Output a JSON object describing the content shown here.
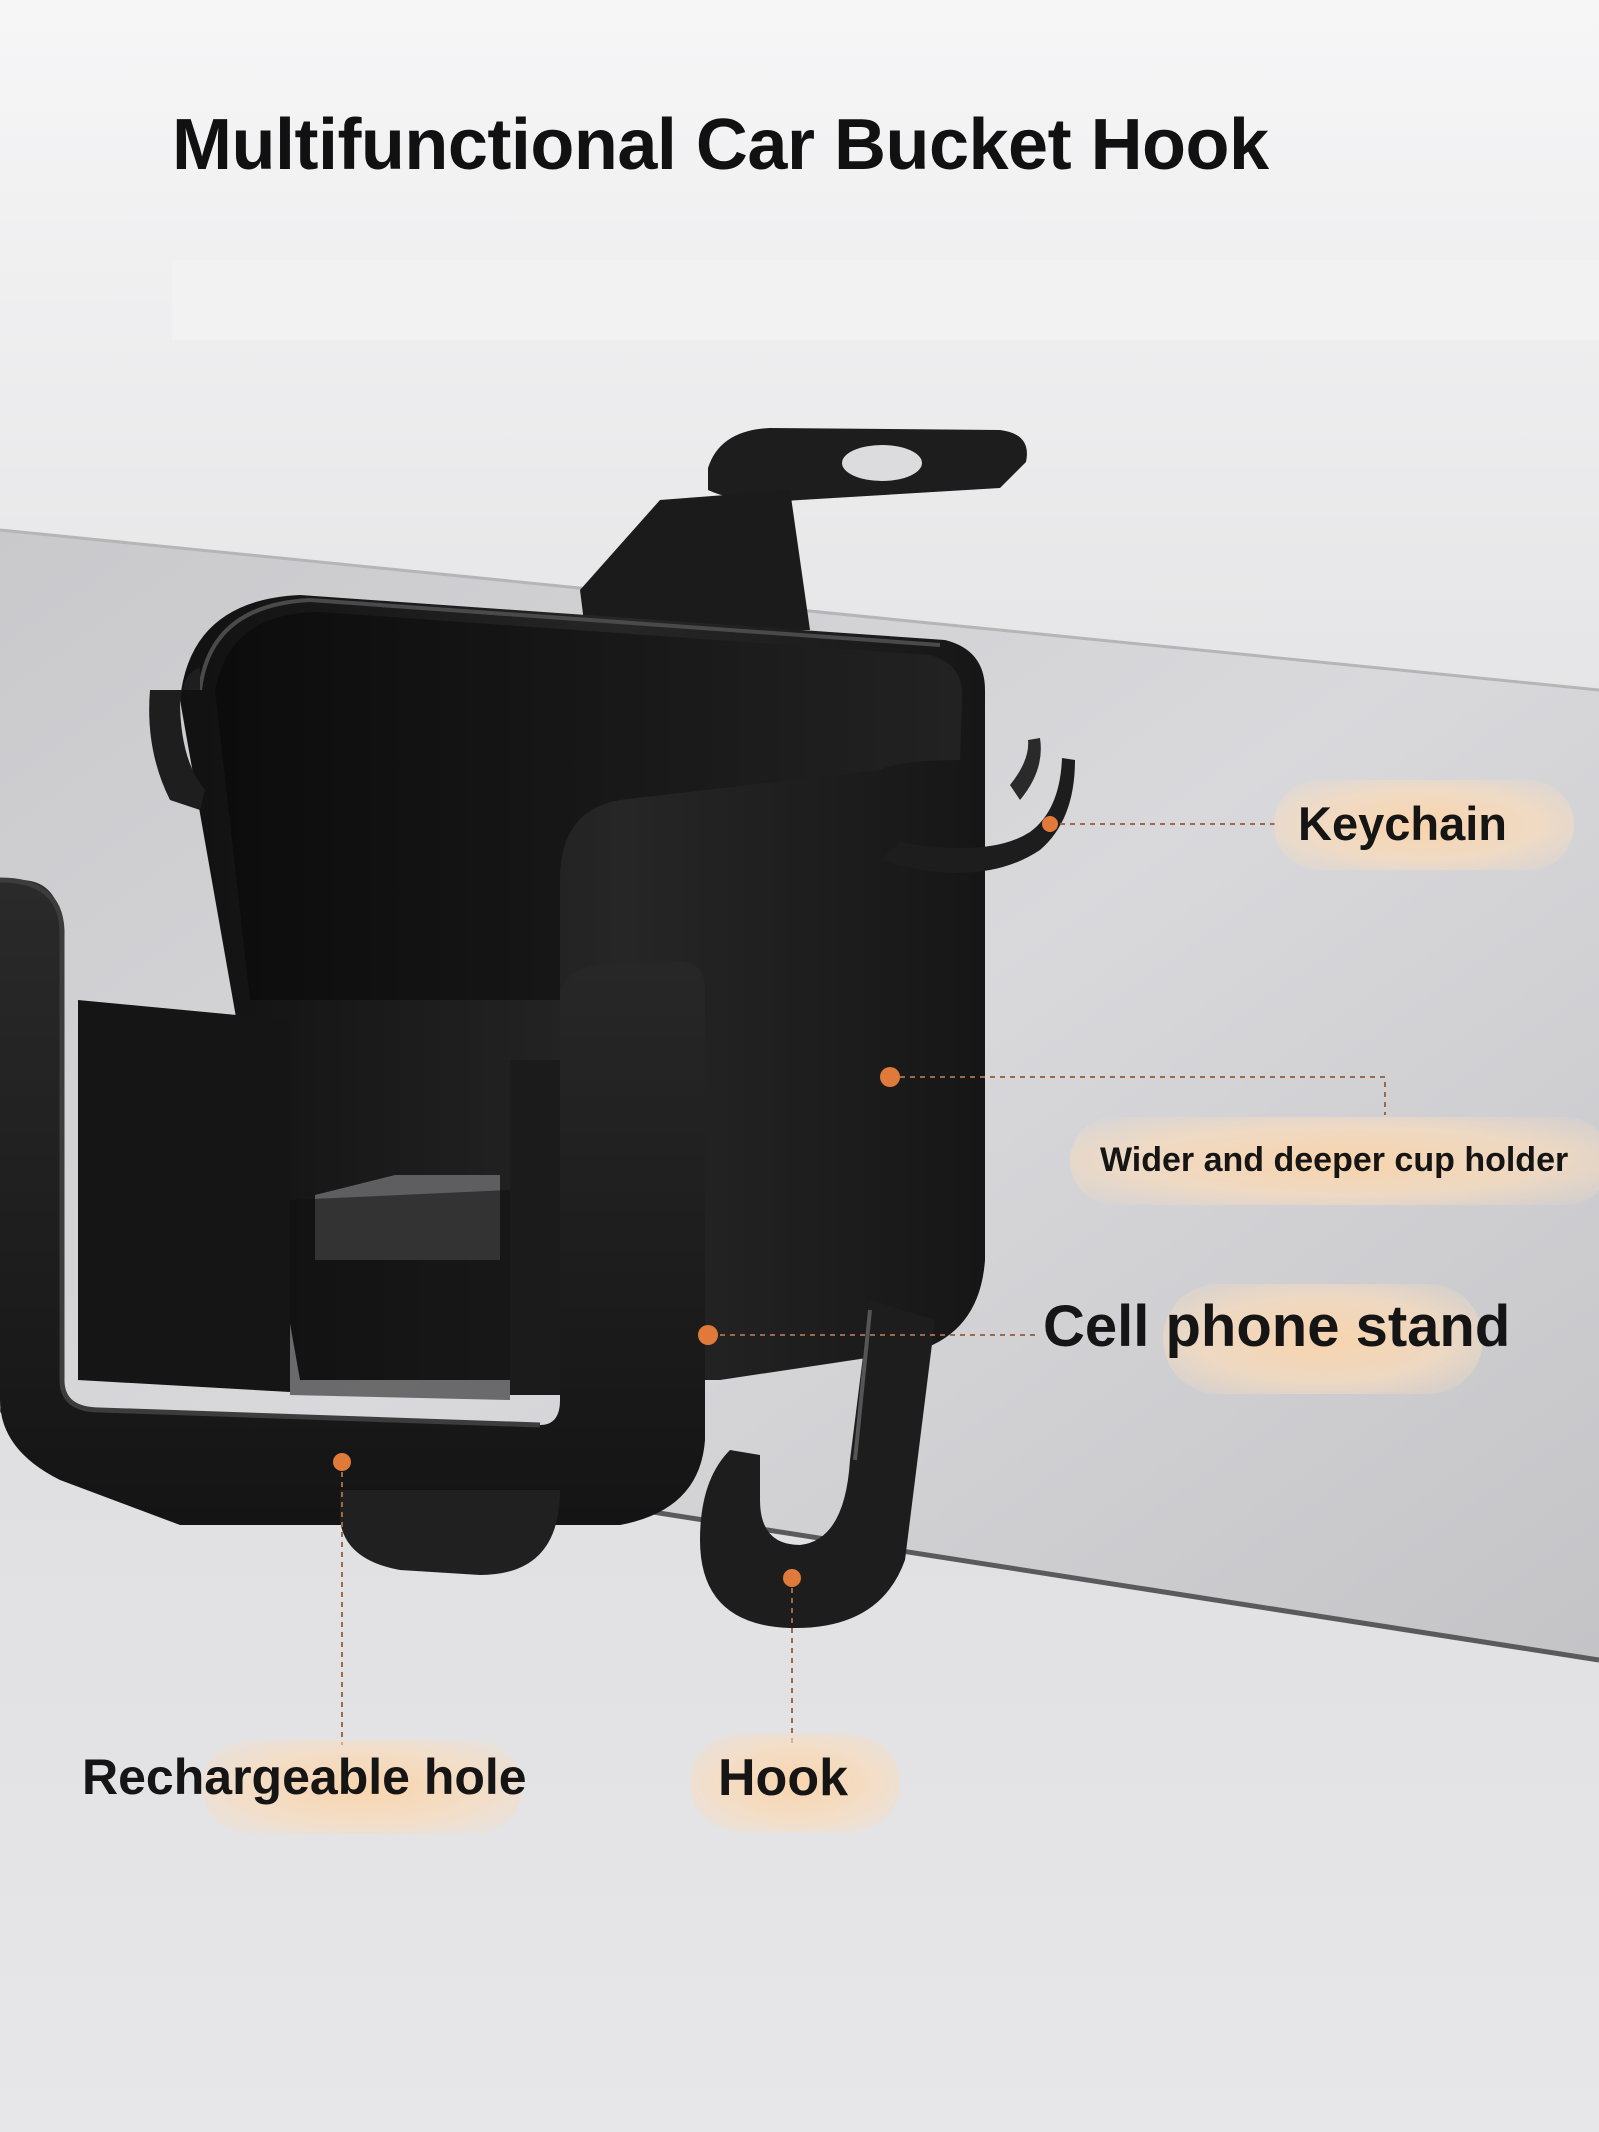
{
  "title": "Multifunctional Car Bucket Hook",
  "callouts": {
    "keychain": "Keychain",
    "cup_holder": "Wider and deeper cup holder",
    "phone_stand": "Cell phone stand",
    "recharge_hole": "Rechargeable hole",
    "hook": "Hook"
  },
  "colors": {
    "background": "#e9e9ea",
    "product": "#1a1a1a",
    "callout_dot": "#e07a3a",
    "callout_glow": "#f6d2ac"
  }
}
